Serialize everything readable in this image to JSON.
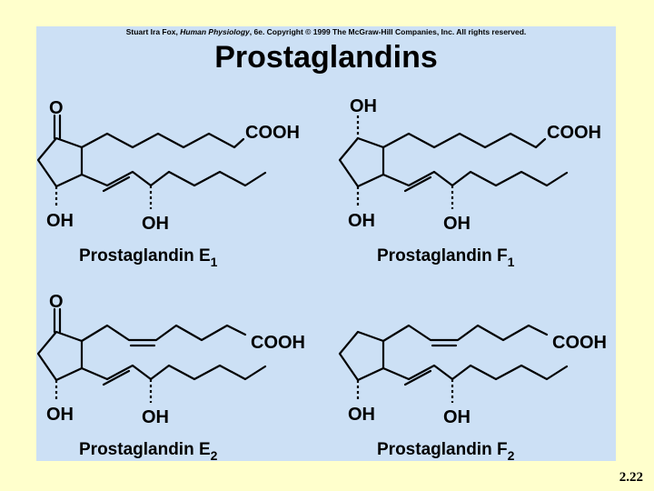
{
  "header": {
    "copyright_prefix": "Stuart Ira Fox, ",
    "copyright_book": "Human Physiology",
    "copyright_suffix": ", 6e. Copyright © 1999 The McGraw-Hill Companies, Inc.  All rights reserved.",
    "title": "Prostaglandins"
  },
  "atoms": {
    "oxygen": "O",
    "hydroxyl": "OH",
    "carboxyl": "COOH"
  },
  "molecules": [
    {
      "name": "Prostaglandin E",
      "subscript": "1"
    },
    {
      "name": "Prostaglandin F",
      "subscript": "1"
    },
    {
      "name": "Prostaglandin E",
      "subscript": "2"
    },
    {
      "name": "Prostaglandin F",
      "subscript": "2"
    }
  ],
  "slide_number": "2.22"
}
